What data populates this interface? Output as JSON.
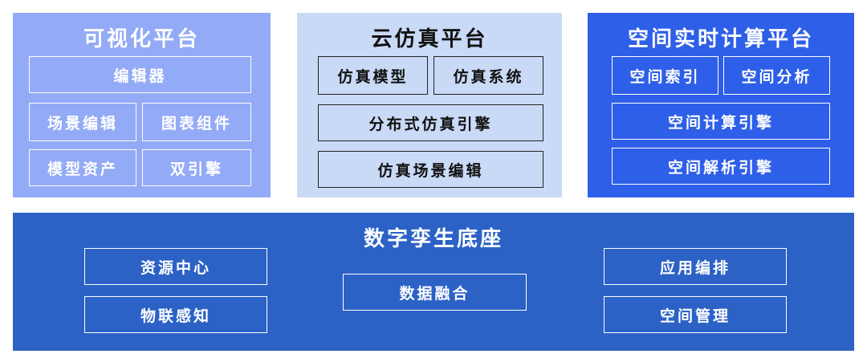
{
  "visualization": {
    "title": "可视化平台",
    "editor": "编辑器",
    "scene_edit": "场景编辑",
    "chart_widget": "图表组件",
    "model_asset": "模型资产",
    "dual_engine": "双引擎"
  },
  "simulation": {
    "title": "云仿真平台",
    "sim_model": "仿真模型",
    "sim_system": "仿真系统",
    "distributed_engine": "分布式仿真引擎",
    "scene_edit": "仿真场景编辑"
  },
  "spatial": {
    "title": "空间实时计算平台",
    "spatial_index": "空间索引",
    "spatial_analysis": "空间分析",
    "compute_engine": "空间计算引擎",
    "parse_engine": "空间解析引擎"
  },
  "base": {
    "title": "数字孪生底座",
    "resource_center": "资源中心",
    "iot_perception": "物联感知",
    "data_fusion": "数据融合",
    "app_orchestration": "应用编排",
    "space_management": "空间管理"
  },
  "colors": {
    "visualization_bg": "#93aaf6",
    "simulation_bg": "#c9daf7",
    "spatial_bg": "#2e5fe8",
    "base_bg": "#2c62c6"
  }
}
